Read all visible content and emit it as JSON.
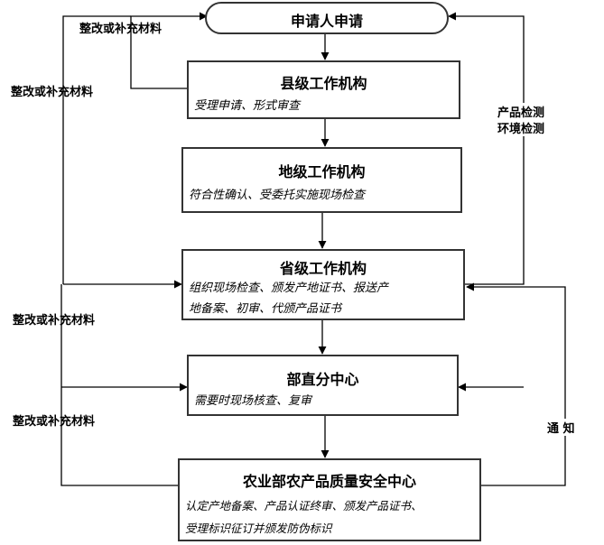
{
  "nodes": {
    "applicant": {
      "title": "申请人申请"
    },
    "county": {
      "title": "县级工作机构",
      "desc": "受理申请、形式审查"
    },
    "city": {
      "title": "地级工作机构",
      "desc": "符合性确认、受委托实施现场检查"
    },
    "province": {
      "title": "省级工作机构",
      "desc": [
        "组织现场检查、颁发产地证书、报送产",
        "地备案、初审、代颁产品证书"
      ]
    },
    "branch": {
      "title": "部直分中心",
      "desc": "需要时现场核查、复审"
    },
    "center": {
      "title": "农业部农产品质量安全中心",
      "desc": [
        "认定产地备案、产品认证终审、颁发产品证书、",
        "受理标识征订并颁发防伪标识"
      ]
    }
  },
  "labels": {
    "supplement_top": "整改或补充材料",
    "supplement_left1": "整改或补充材料",
    "supplement_left2": "整改或补充材料",
    "supplement_left3": "整改或补充材料",
    "product_test": "产品检测",
    "env_test": "环境检测",
    "notify": "通  知"
  },
  "colors": {
    "line": "#000000",
    "border": "#333333"
  }
}
